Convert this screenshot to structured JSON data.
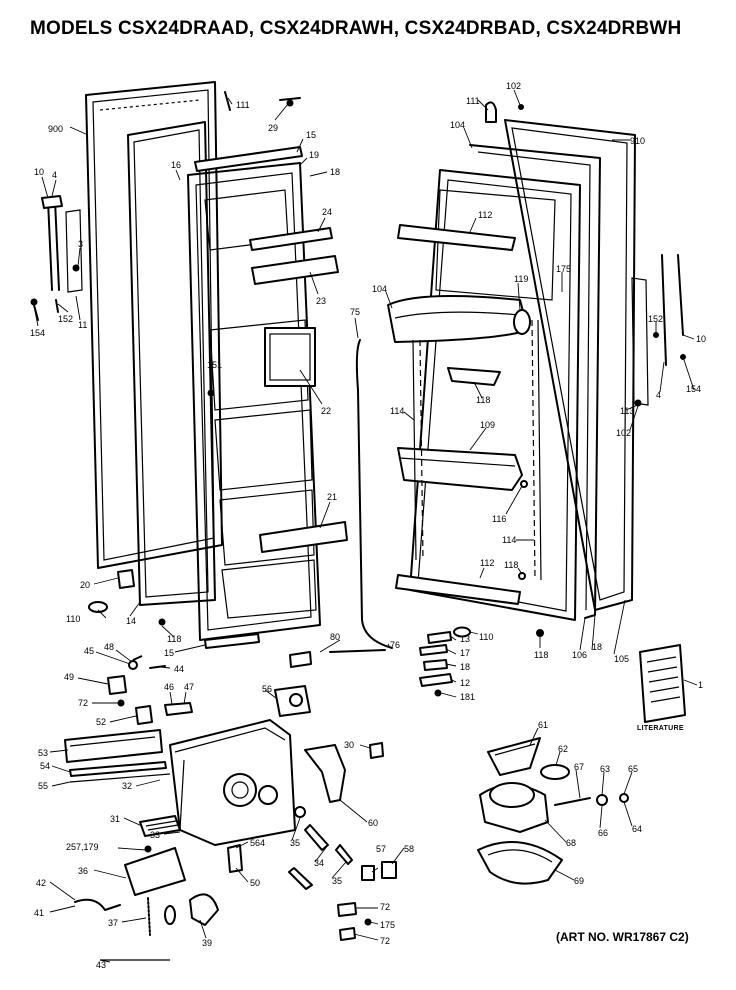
{
  "title": "MODELS CSX24DRAAD, CSX24DRAWH, CSX24DRBAD, CSX24DRBWH",
  "art_no": "(ART NO. WR17867 C2)",
  "literature_label": "LITERATURE",
  "callouts": {
    "c900": "900",
    "c111a": "111",
    "c29": "29",
    "c15a": "15",
    "c19": "19",
    "c18a": "18",
    "c10a": "10",
    "c4a": "4",
    "c16": "16",
    "c24": "24",
    "c3": "3",
    "c23": "23",
    "c152a": "152",
    "c11": "11",
    "c154a": "154",
    "c75": "75",
    "c151": "151",
    "c22": "22",
    "c21": "21",
    "c20": "20",
    "c110a": "110",
    "c14": "14",
    "c118a": "118",
    "c15b": "15",
    "c80": "80",
    "c76": "76",
    "c102a": "102",
    "c111b": "111",
    "c104a": "104",
    "c910": "910",
    "c112a": "112",
    "c175a": "175",
    "c119": "119",
    "c104b": "104",
    "c152b": "152",
    "c10b": "10",
    "c154b": "154",
    "c4b": "4",
    "c118b": "118",
    "c113": "113",
    "c102b": "102",
    "c114a": "114",
    "c109": "109",
    "c116": "116",
    "c114b": "114",
    "c118c": "118",
    "c112b": "112",
    "c110b": "110",
    "c118d": "118",
    "c106": "106",
    "c18b": "18",
    "c105": "105",
    "c13": "13",
    "c17": "17",
    "c18c": "18",
    "c12": "12",
    "c181": "181",
    "c1": "1",
    "c48": "48",
    "c45": "45",
    "c44": "44",
    "c49": "49",
    "c46": "46",
    "c47": "47",
    "c72a": "72",
    "c52": "52",
    "c56": "56",
    "c53": "53",
    "c54": "54",
    "c55": "55",
    "c32": "32",
    "c30": "30",
    "c31": "31",
    "c33": "33",
    "c60": "60",
    "c257": "257,179",
    "c35a": "35",
    "c36": "36",
    "c34": "34",
    "c564": "564",
    "c50": "50",
    "c35b": "35",
    "c57": "57",
    "c58": "58",
    "c42": "42",
    "c41": "41",
    "c37": "37",
    "c39": "39",
    "c43": "43",
    "c72b": "72",
    "c175b": "175",
    "c72c": "72",
    "c61": "61",
    "c62": "62",
    "c67": "67",
    "c63": "63",
    "c65": "65",
    "c68": "68",
    "c66": "66",
    "c64": "64",
    "c69": "69"
  }
}
